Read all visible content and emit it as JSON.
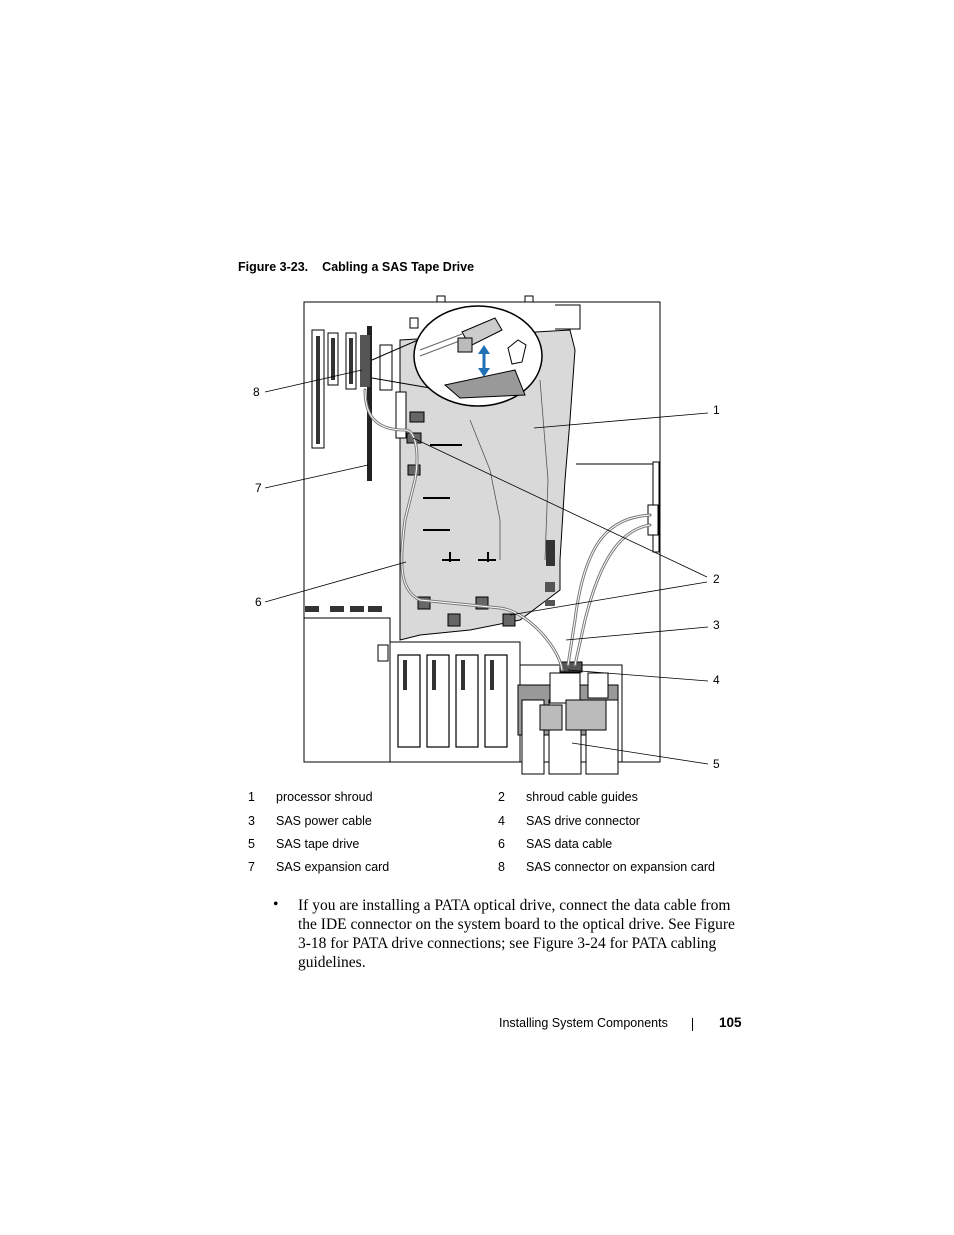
{
  "figure": {
    "caption_label": "Figure 3-23.",
    "caption_title": "Cabling a SAS Tape Drive",
    "callouts": [
      "1",
      "2",
      "3",
      "4",
      "5",
      "6",
      "7",
      "8"
    ]
  },
  "legend": [
    {
      "num": "1",
      "text": "processor shroud"
    },
    {
      "num": "2",
      "text": "shroud cable guides"
    },
    {
      "num": "3",
      "text": "SAS power cable"
    },
    {
      "num": "4",
      "text": "SAS drive connector"
    },
    {
      "num": "5",
      "text": "SAS tape drive"
    },
    {
      "num": "6",
      "text": "SAS data cable"
    },
    {
      "num": "7",
      "text": "SAS expansion card"
    },
    {
      "num": "8",
      "text": "SAS connector on expansion card"
    }
  ],
  "body": {
    "bullet": "•",
    "text": "If you are installing a PATA optical drive, connect the data cable from the IDE connector on the system board to the optical drive. See Figure 3-18 for PATA drive connections; see Figure 3-24 for PATA cabling guidelines."
  },
  "footer": {
    "section": "Installing System Components",
    "page": "105"
  }
}
